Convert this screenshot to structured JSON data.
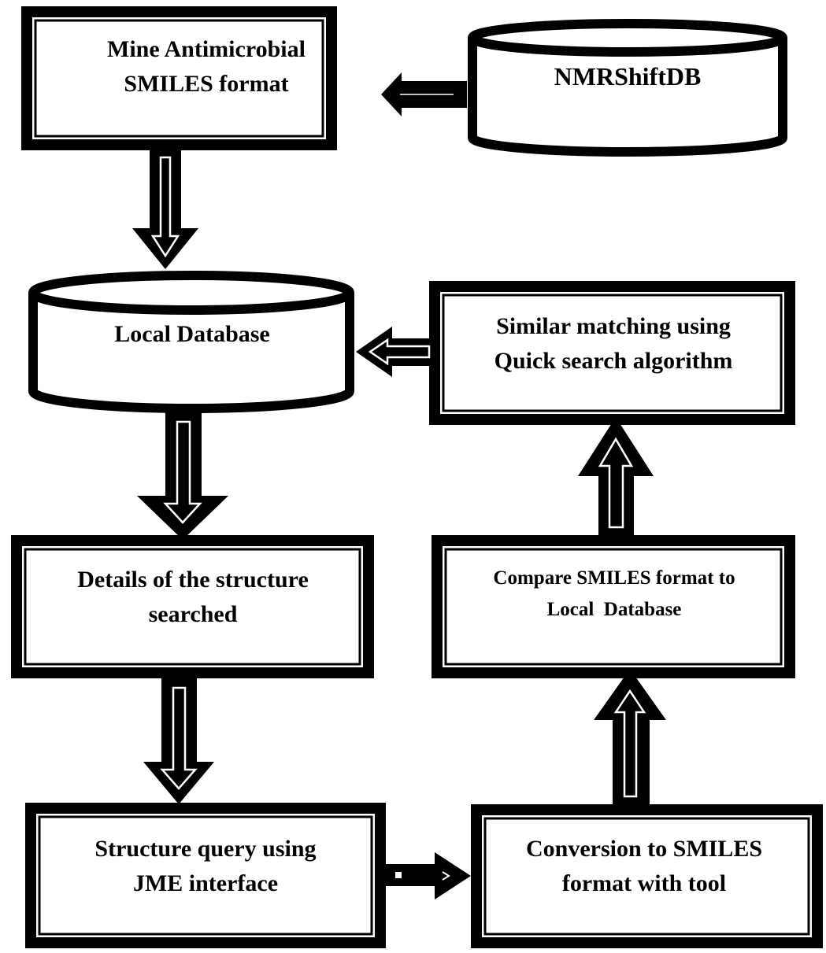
{
  "nodes": {
    "mine": {
      "line1": "Mine Antimicrobial",
      "line2": "SMILES format"
    },
    "nmrshiftdb": {
      "line1": "NMRShiftDB"
    },
    "local_db": {
      "line1": "Local Database"
    },
    "similar": {
      "line1": "Similar matching using",
      "line2": "Quick search algorithm"
    },
    "details": {
      "line1": "Details of the structure",
      "line2": "searched"
    },
    "compare": {
      "line1": "Compare SMILES format to",
      "line2": "Local  Database"
    },
    "query": {
      "line1": "Structure query using",
      "line2": "JME interface"
    },
    "conversion": {
      "line1": "Conversion to SMILES",
      "line2": "format with tool"
    }
  },
  "colors": {
    "stroke": "#000000",
    "fill": "#ffffff"
  }
}
